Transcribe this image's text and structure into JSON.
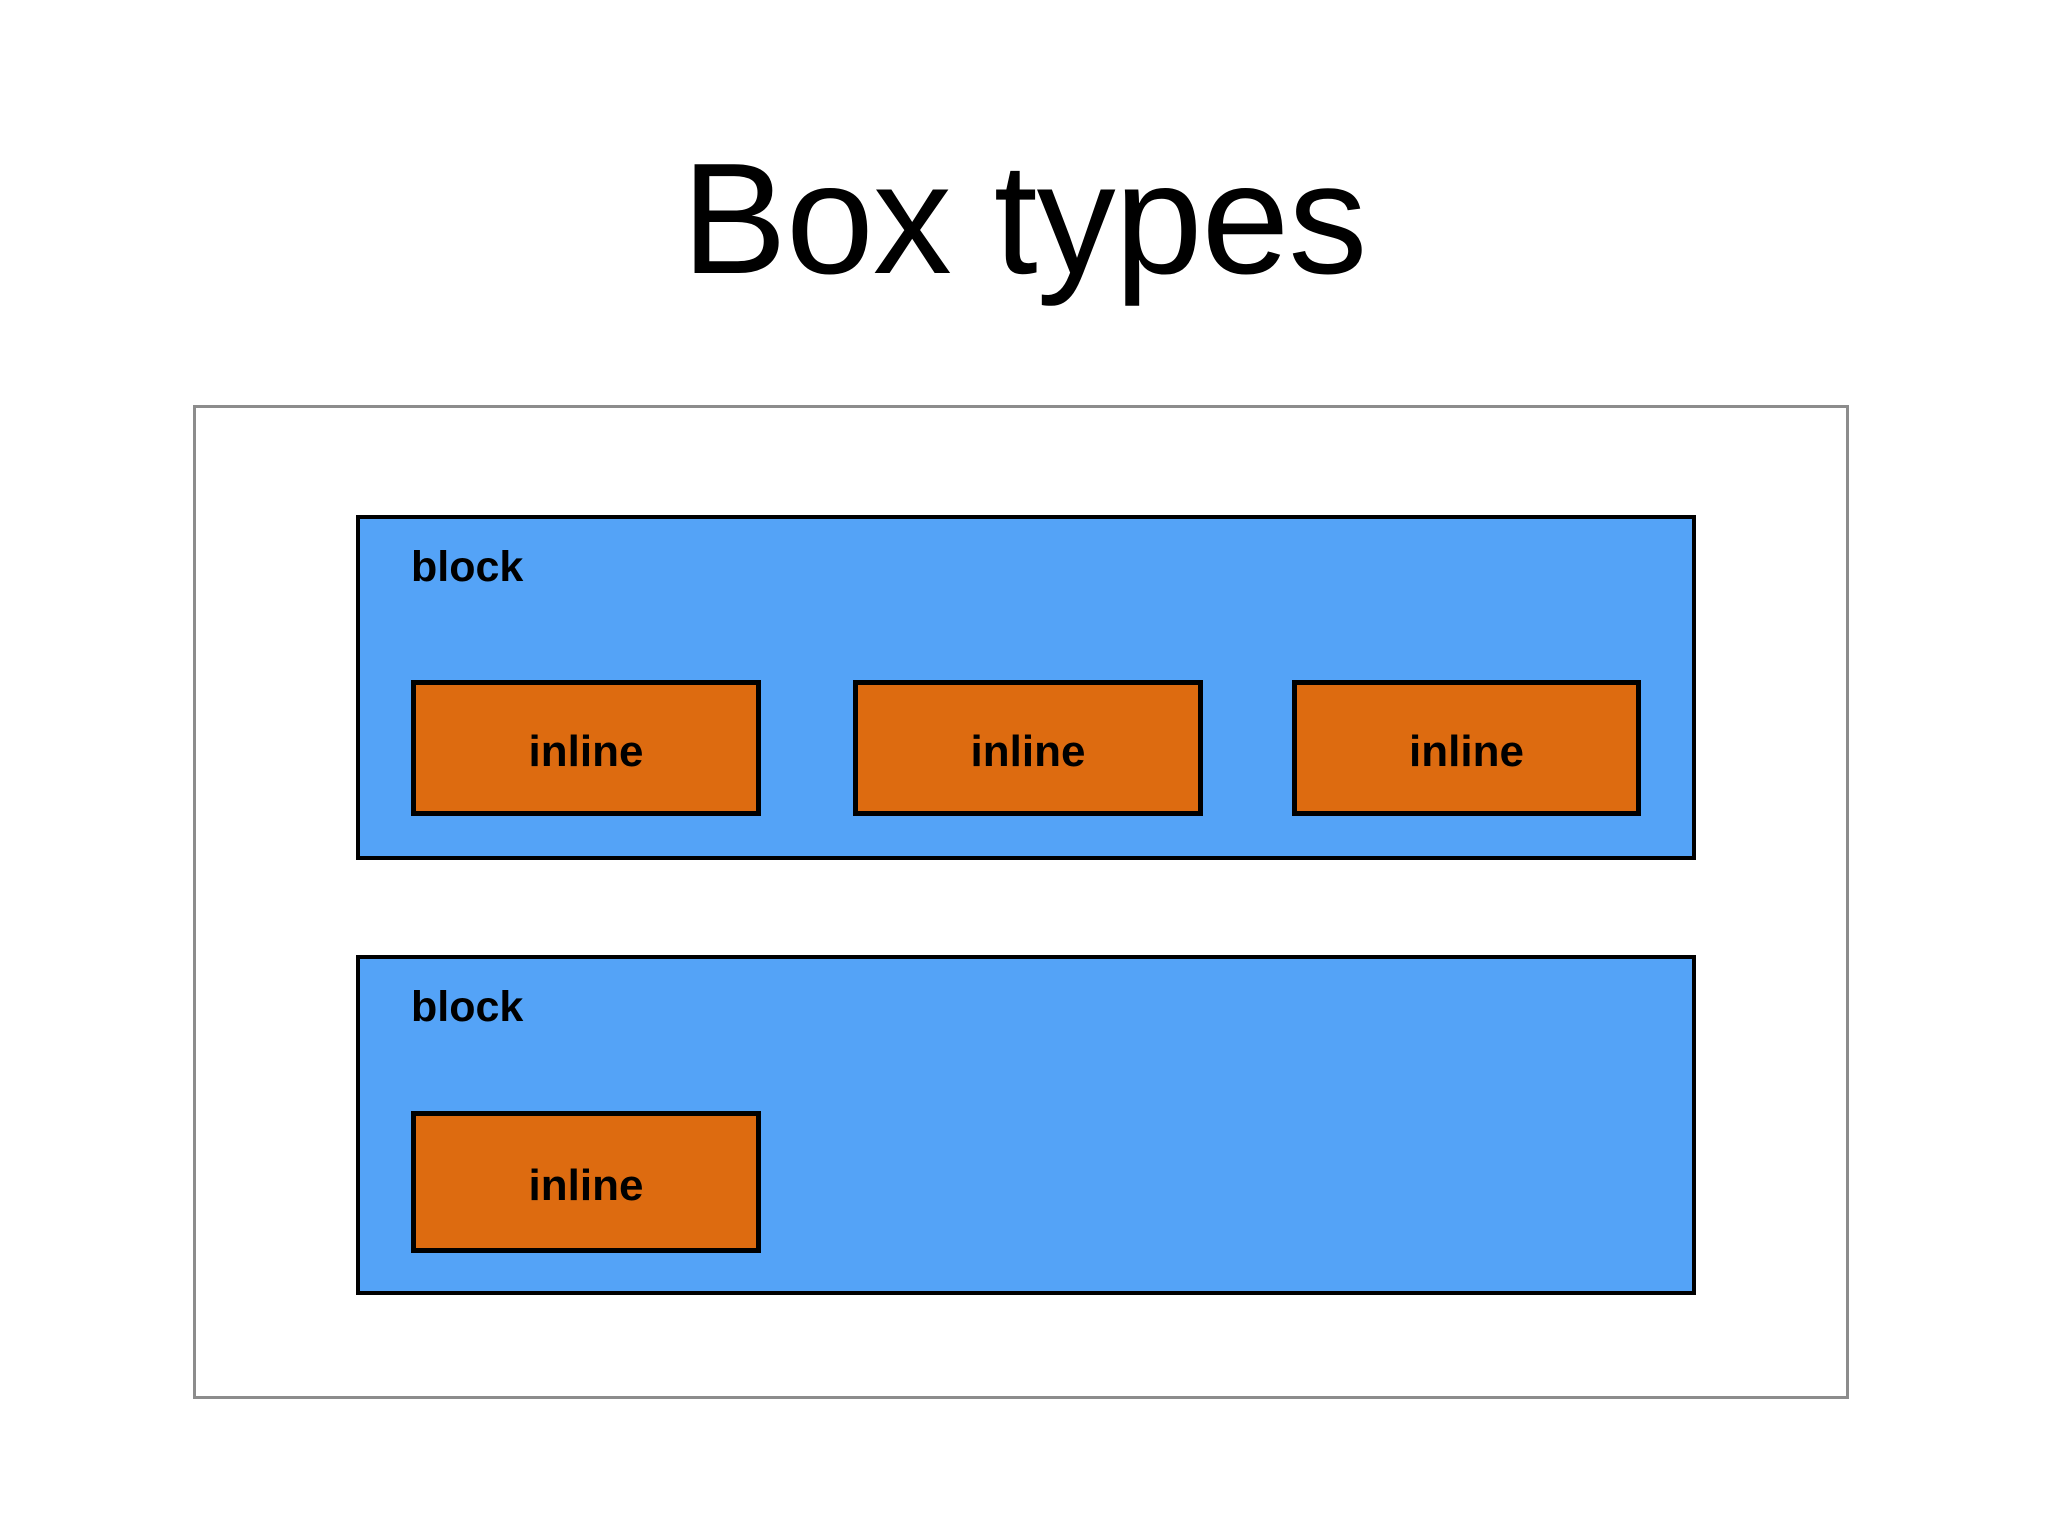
{
  "slide": {
    "title": "Box types",
    "background_color": "#ffffff"
  },
  "colors": {
    "block_fill": "#54a3f7",
    "inline_fill": "#dd6b10",
    "box_border": "#000000",
    "frame_border": "#8c8c8c",
    "text": "#000000"
  },
  "diagram": {
    "frame_label": "viewport-frame",
    "blocks": [
      {
        "label": "block",
        "inlines": [
          {
            "label": "inline"
          },
          {
            "label": "inline"
          },
          {
            "label": "inline"
          }
        ]
      },
      {
        "label": "block",
        "inlines": [
          {
            "label": "inline"
          }
        ]
      }
    ]
  }
}
